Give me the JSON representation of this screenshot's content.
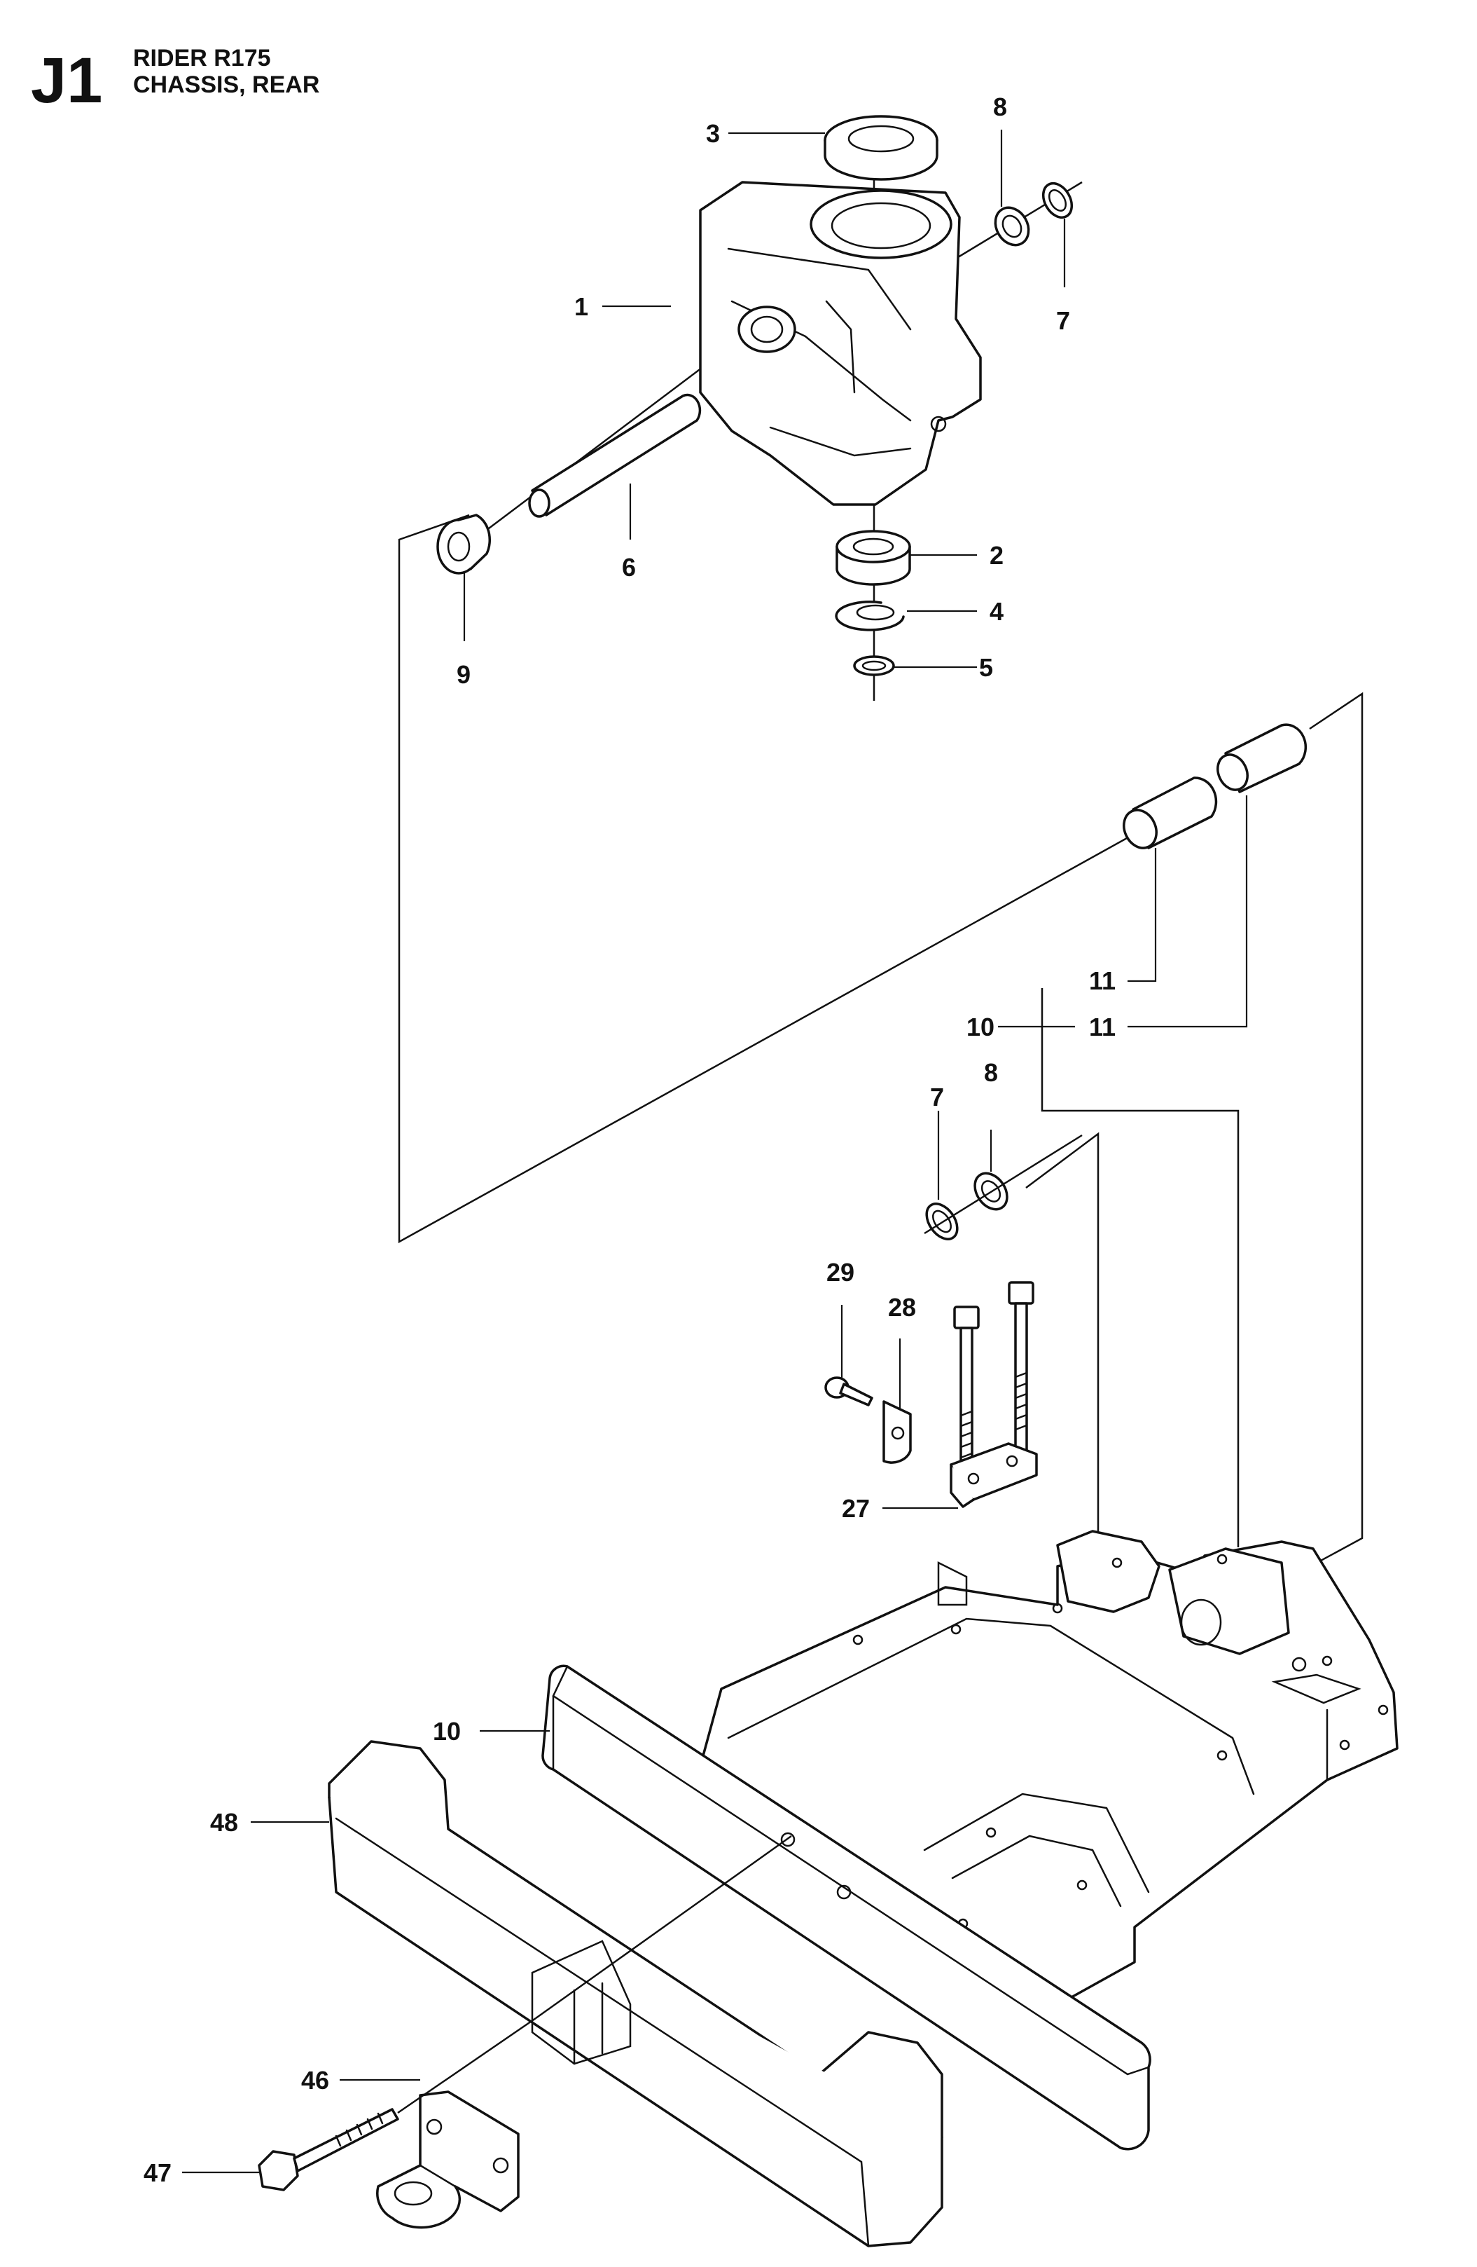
{
  "header": {
    "code": "J1",
    "model": "RIDER R175",
    "section": "CHASSIS, REAR"
  },
  "labels": {
    "p1": "1",
    "p2": "2",
    "p3": "3",
    "p4": "4",
    "p5": "5",
    "p6": "6",
    "p7_top": "7",
    "p8_top": "8",
    "p9": "9",
    "p10_mid": "10",
    "p11_a": "11",
    "p11_b": "11",
    "p7_mid": "7",
    "p8_mid": "8",
    "p29": "29",
    "p28": "28",
    "p27": "27",
    "p10_bottom": "10",
    "p48": "48",
    "p46": "46",
    "p47": "47"
  },
  "colors": {
    "line": "#111111",
    "background": "#ffffff"
  }
}
